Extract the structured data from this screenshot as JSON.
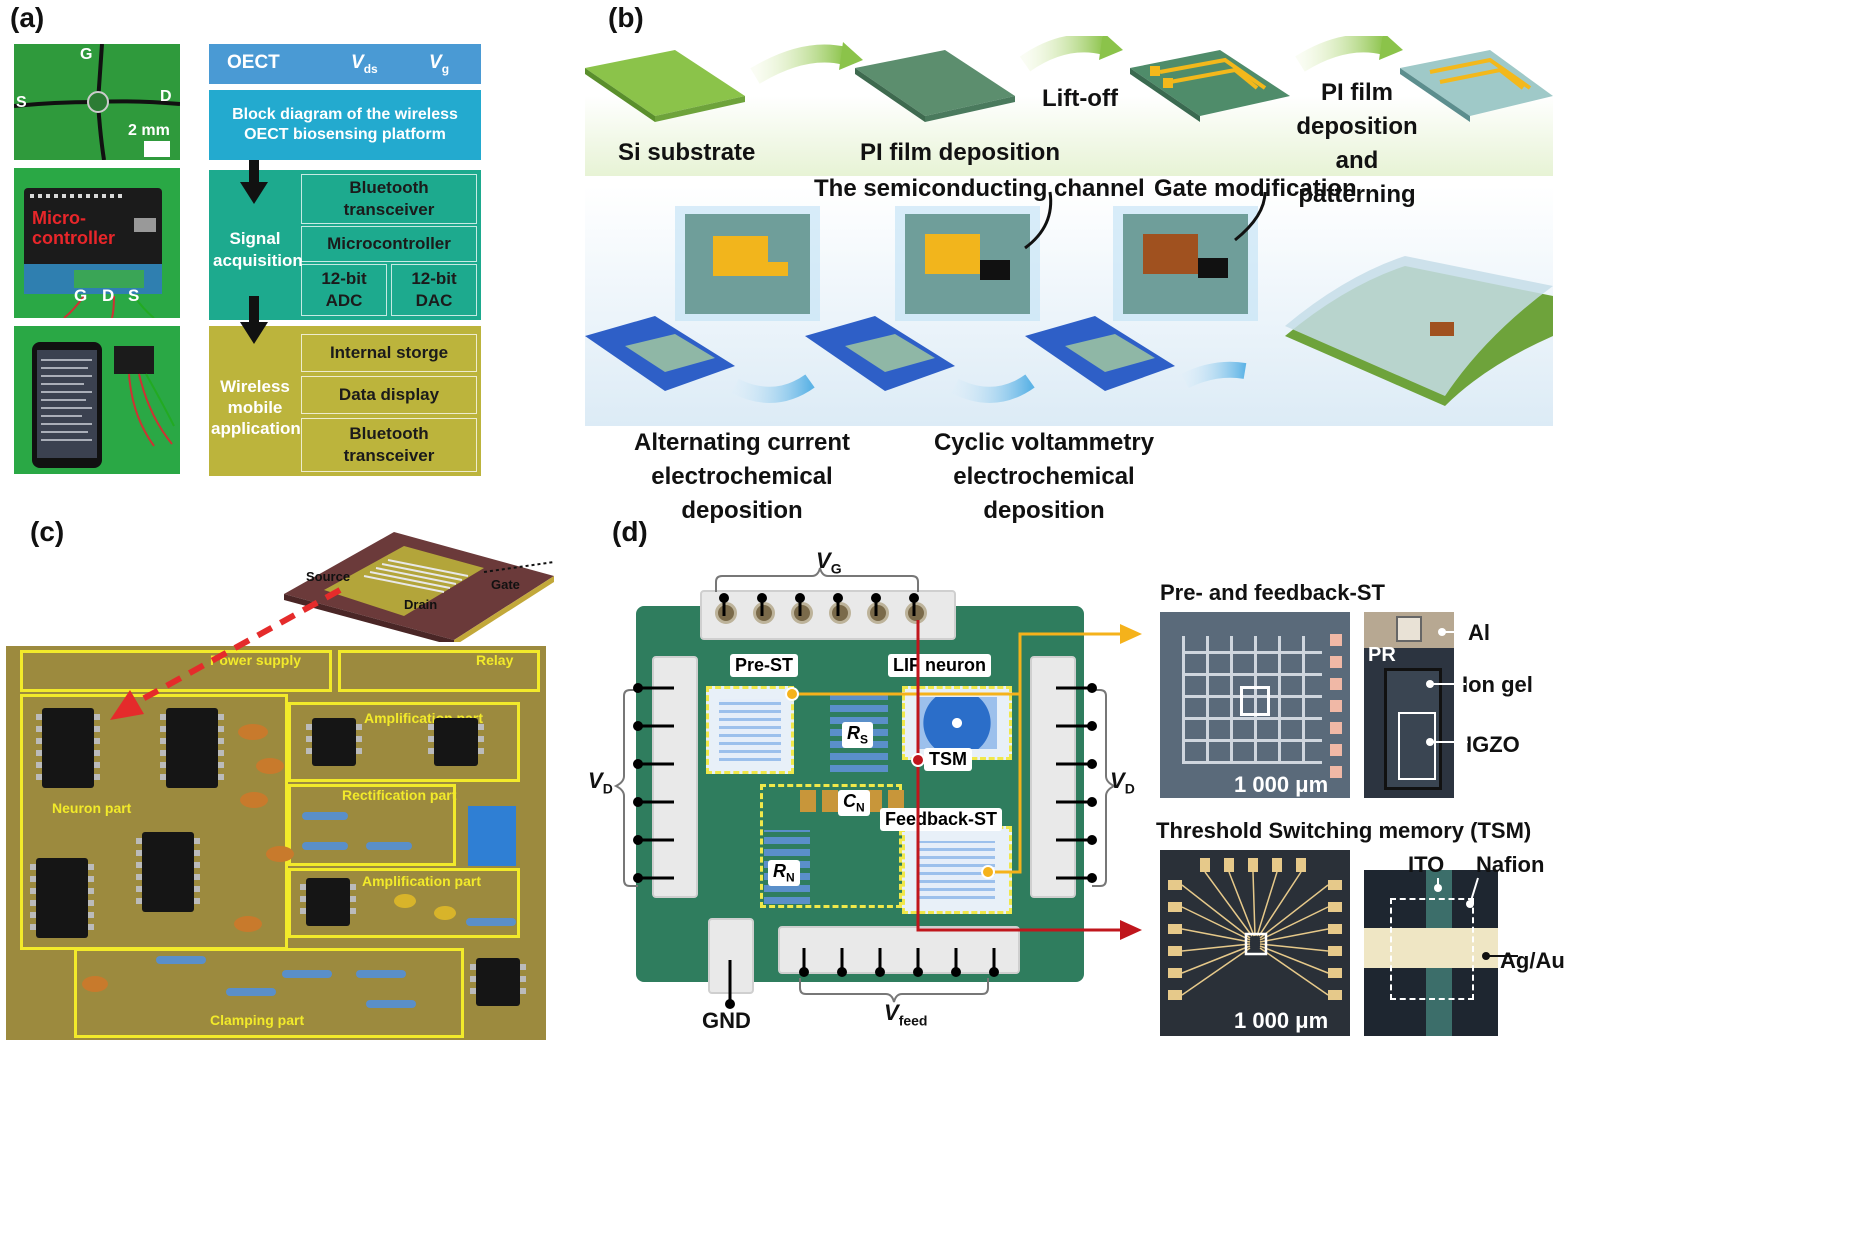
{
  "panels": {
    "a": {
      "label": "(a)"
    },
    "b": {
      "label": "(b)"
    },
    "c": {
      "label": "(c)"
    },
    "d": {
      "label": "(d)"
    }
  },
  "panel_a": {
    "photo1": {
      "g": "G",
      "s": "S",
      "d": "D",
      "scale": "2 mm"
    },
    "photo2": {
      "micro": "Micro-",
      "controller": "controller",
      "g": "G",
      "d": "D",
      "s": "S"
    },
    "header": {
      "title": "OECT",
      "vds": "V",
      "vds_sub": "ds",
      "vg": "V",
      "vg_sub": "g"
    },
    "block_title_1": "Block diagram of the wireless",
    "block_title_2": "OECT biosensing platform",
    "signal_label_1": "Signal",
    "signal_label_2": "acquisition",
    "bluetooth_1": "Bluetooth",
    "bluetooth_2": "transceiver",
    "microcontroller": "Microcontroller",
    "adc_1": "12-bit",
    "adc_2": "ADC",
    "dac_1": "12-bit",
    "dac_2": "DAC",
    "wireless_1": "Wireless",
    "wireless_2": "mobile",
    "wireless_3": "application",
    "storage": "Internal storge",
    "display": "Data display",
    "bt2_1": "Bluetooth",
    "bt2_2": "transceiver"
  },
  "panel_b": {
    "si": "Si substrate",
    "pi": "PI film deposition",
    "liftoff": "Lift-off",
    "pi2_1": "PI film",
    "pi2_2": "deposition and",
    "pi2_3": "patterning",
    "semi": "The semiconducting channel",
    "gate": "Gate modification",
    "ac_1": "Alternating current",
    "ac_2": "electrochemical deposition",
    "cv_1": "Cyclic voltammetry",
    "cv_2": "electrochemical deposition"
  },
  "panel_c": {
    "source": "Source",
    "drain": "Drain",
    "gate": "Gate",
    "power": "Power supply",
    "relay": "Relay",
    "amp1": "Amplification part",
    "rect": "Rectification part",
    "amp2": "Amplification part",
    "neuron": "Neuron part",
    "clamp": "Clamping part"
  },
  "panel_d": {
    "vg": "V",
    "vg_sub": "G",
    "vd_left": "V",
    "vd_left_sub": "D",
    "vd_right": "V",
    "vd_right_sub": "D",
    "vfeed": "V",
    "vfeed_sub": "feed",
    "gnd": "GND",
    "prest": "Pre-ST",
    "lif": "LIF neuron",
    "rs": "R",
    "rs_sub": "S",
    "tsm": "TSM",
    "cn": "C",
    "cn_sub": "N",
    "feedback": "Feedback-ST",
    "rn": "R",
    "rn_sub": "N",
    "pre_feedback_title": "Pre- and feedback-ST",
    "al": "Al",
    "pr": "PR",
    "iongel": "Ion gel",
    "igzo": "IGZO",
    "scale1": "1 000 μm",
    "tsm_title": "Threshold Switching memory (TSM)",
    "ito": "ITO",
    "nafion": "Nafion",
    "agau": "Ag/Au",
    "scale2": "1 000 μm"
  },
  "colors": {
    "yellow_line": "#f5b21b",
    "red_line": "#c0161c",
    "block_blue": "#4a9ad4",
    "block_cyan": "#23aacf",
    "block_green": "#1daa8e",
    "block_olive": "#bcb43c"
  }
}
